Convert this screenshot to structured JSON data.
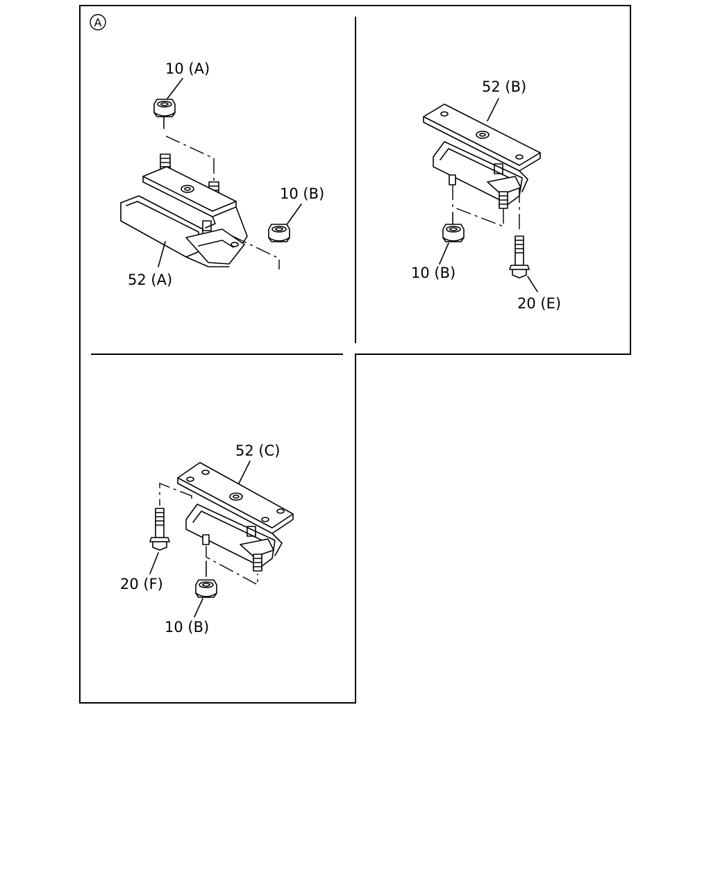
{
  "section_marker": "A",
  "panel_a": {
    "label_nut_top": "10 (A)",
    "label_nut_side": "10 (B)",
    "label_mount": "52 (A)"
  },
  "panel_b": {
    "label_mount": "52 (B)",
    "label_nut": "10 (B)",
    "label_bolt": "20 (E)"
  },
  "panel_c": {
    "label_mount": "52 (C)",
    "label_bolt": "20 (F)",
    "label_nut": "10 (B)"
  }
}
